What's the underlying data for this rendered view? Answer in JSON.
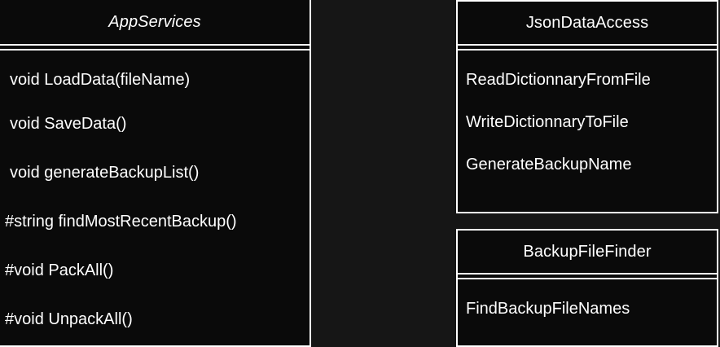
{
  "diagram": {
    "classes": [
      {
        "id": "app-services",
        "name": "AppServices",
        "abstract": true,
        "members": [
          "void LoadData(fileName)",
          "void SaveData()",
          "void generateBackupList()",
          "#string findMostRecentBackup()",
          "#void PackAll()",
          "#void UnpackAll()"
        ]
      },
      {
        "id": "json-data-access",
        "name": "JsonDataAccess",
        "abstract": false,
        "members": [
          "ReadDictionnaryFromFile",
          "WriteDictionnaryToFile",
          "GenerateBackupName"
        ]
      },
      {
        "id": "backup-file-finder",
        "name": "BackupFileFinder",
        "abstract": false,
        "members": [
          "FindBackupFileNames"
        ]
      }
    ]
  }
}
